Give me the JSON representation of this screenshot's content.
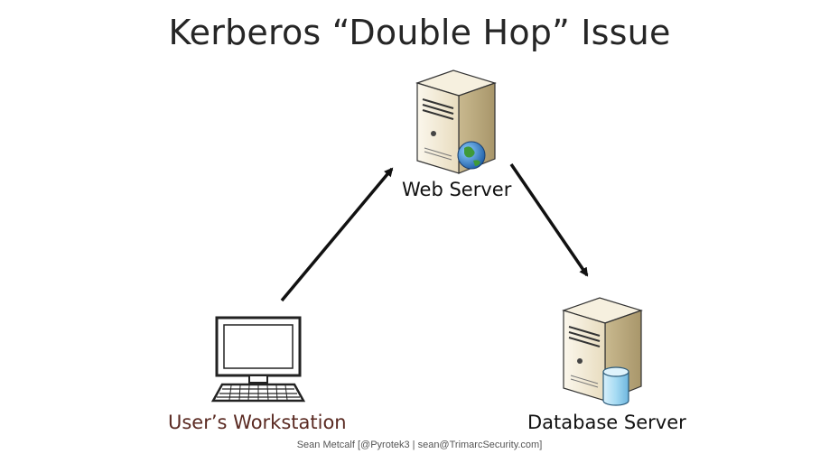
{
  "slide": {
    "title": "Kerberos “Double Hop” Issue",
    "footer": "Sean Metcalf [@Pyrotek3 | sean@TrimarcSecurity.com]"
  },
  "nodes": {
    "web_server": {
      "label": "Web Server",
      "icon": "server-globe-icon"
    },
    "workstation": {
      "label": "User’s Workstation",
      "icon": "computer-monitor-icon"
    },
    "database_server": {
      "label": "Database Server",
      "icon": "server-database-icon"
    }
  },
  "edges": [
    {
      "from": "workstation",
      "to": "web_server"
    },
    {
      "from": "web_server",
      "to": "database_server"
    }
  ],
  "colors": {
    "workstation_label": "#5a2a22",
    "server_body": "#efe6cf",
    "globe": "#3a8fd6",
    "database": "#8ecdf0"
  }
}
